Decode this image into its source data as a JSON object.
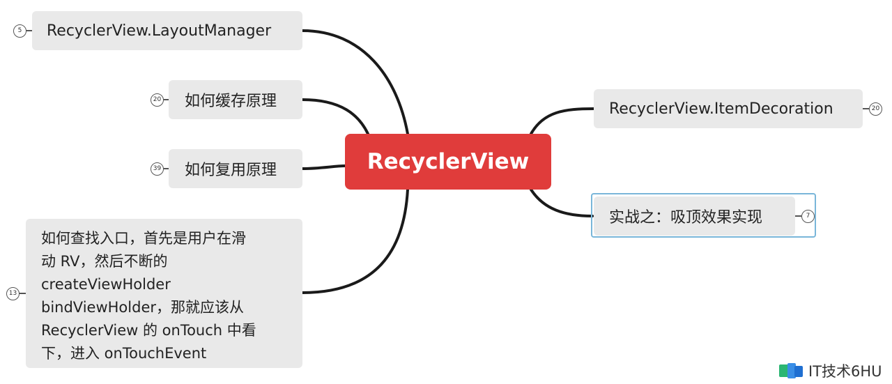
{
  "root": {
    "label": "RecyclerView"
  },
  "left_nodes": [
    {
      "label": "RecyclerView.LayoutManager",
      "badge": "5"
    },
    {
      "label": "如何缓存原理",
      "badge": "20"
    },
    {
      "label": "如何复用原理",
      "badge": "39"
    }
  ],
  "multiline_node": {
    "badge": "13",
    "lines": [
      "如何查找入口，首先是用户在滑",
      "动 RV，然后不断的",
      "createViewHolder",
      "bindViewHolder，那就应该从",
      "RecyclerView 的 onTouch 中看",
      "下，进入 onTouchEvent"
    ]
  },
  "right_nodes": [
    {
      "label": "RecyclerView.ItemDecoration",
      "badge": "20"
    },
    {
      "label": "实战之：吸顶效果实现",
      "badge": "7"
    }
  ],
  "watermark": {
    "text": "IT技术6HU"
  },
  "colors": {
    "root": "#e03c3b",
    "node_bg": "#e9e9e9",
    "edge": "#1a1a1a",
    "selection": "#79b6d9"
  }
}
